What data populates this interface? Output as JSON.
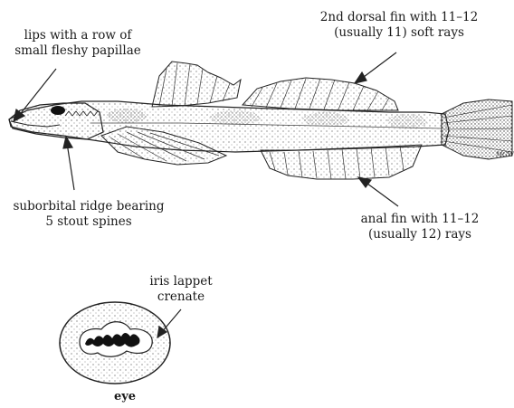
{
  "labels": {
    "lips": [
      "lips with a row of",
      "small fleshy papillae"
    ],
    "dorsal": [
      "2nd dorsal fin with 11–12",
      "(usually 11) soft rays"
    ],
    "suborbital": [
      "suborbital ridge bearing",
      "5 stout spines"
    ],
    "anal": [
      "anal fin with 11–12",
      "(usually 12) rays"
    ],
    "iris": [
      "iris lappet",
      "crenate"
    ],
    "eye": "eye"
  },
  "signature": "MGW"
}
